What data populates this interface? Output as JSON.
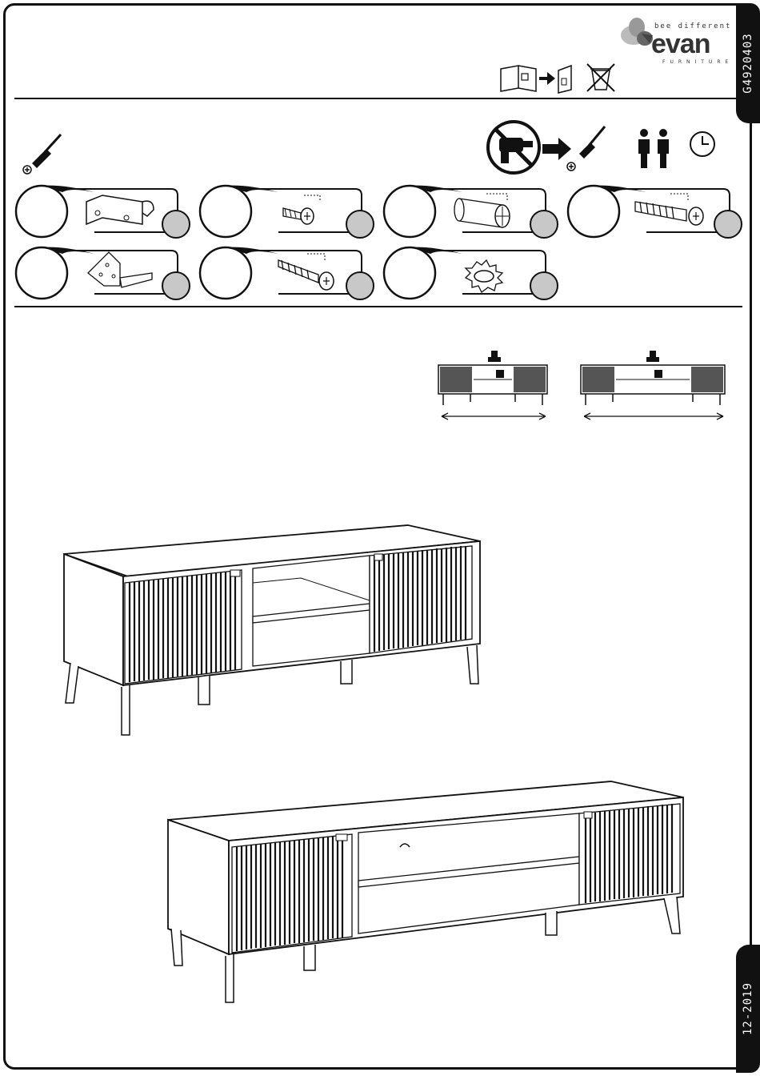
{
  "document": {
    "code": "G4920403",
    "date": "12-2019"
  },
  "brand": {
    "tagline": "bee different",
    "name": "evan",
    "subtitle": "FURNITURE"
  },
  "icons": {
    "header": [
      "manual-to-binder-icon",
      "no-disposal-icon"
    ],
    "tools": [
      "screwdriver-icon",
      "no-power-tools-icon",
      "two-persons-icon",
      "clock-icon"
    ]
  },
  "parts": [
    {
      "icon": "bracket-icon"
    },
    {
      "icon": "short-screw-icon"
    },
    {
      "icon": "dowel-icon"
    },
    {
      "icon": "wall-plug-icon"
    },
    {
      "icon": "angle-leg-plate-icon"
    },
    {
      "icon": "long-screw-icon"
    },
    {
      "icon": "star-washer-icon"
    }
  ],
  "variants": [
    {
      "icon": "tv-unit-small-icon"
    },
    {
      "icon": "tv-unit-large-icon"
    }
  ]
}
